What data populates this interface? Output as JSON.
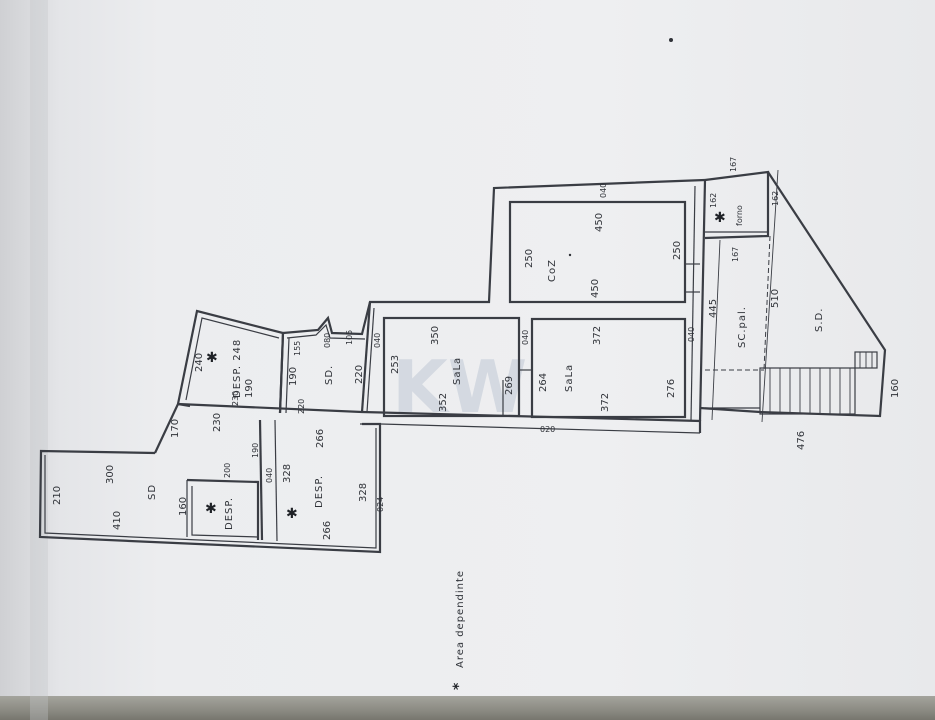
{
  "watermark": "KW",
  "legend": {
    "marker": "*",
    "text": "Area dependinte"
  },
  "rooms": {
    "sd_left": "SD",
    "desp_small": "DESP.",
    "desp_mid": "DESP.",
    "desp_top": "DESP. 248",
    "sd_mid": "SD.",
    "sala_1": "SaLa",
    "sala_2": "SaLa",
    "coz": "CoZ",
    "sc_pal": "SC.pal.",
    "sd_right": "S.D.",
    "forno": "forno"
  },
  "dimensions": {
    "d_210": "210",
    "d_300": "300",
    "d_410": "410",
    "d_170": "170",
    "d_230": "230",
    "d_160": "160",
    "d_200": "200",
    "d_190a": "190",
    "d_040a": "040",
    "d_328a": "328",
    "d_328b": "328",
    "d_266a": "266",
    "d_266b": "266",
    "d_024": "024",
    "d_240": "240",
    "d_190b": "190",
    "d_190c": "190",
    "d_230b": "230",
    "d_220a": "220",
    "d_220b": "220",
    "d_155": "155",
    "d_080": "080",
    "d_105": "105",
    "d_040b": "040",
    "d_253": "253",
    "d_350": "350",
    "d_352": "352",
    "d_269": "269",
    "d_040c": "040",
    "d_264": "264",
    "d_372a": "372",
    "d_372b": "372",
    "d_276": "276",
    "d_040d": "040",
    "d_020": "020",
    "d_250a": "250",
    "d_450a": "450",
    "d_450b": "450",
    "d_250b": "250",
    "d_040e": "040",
    "d_445": "445",
    "d_510": "510",
    "d_167a": "167",
    "d_162": "162",
    "d_167b": "167",
    "d_162b": "162",
    "d_476": "476",
    "d_160b": "160"
  }
}
